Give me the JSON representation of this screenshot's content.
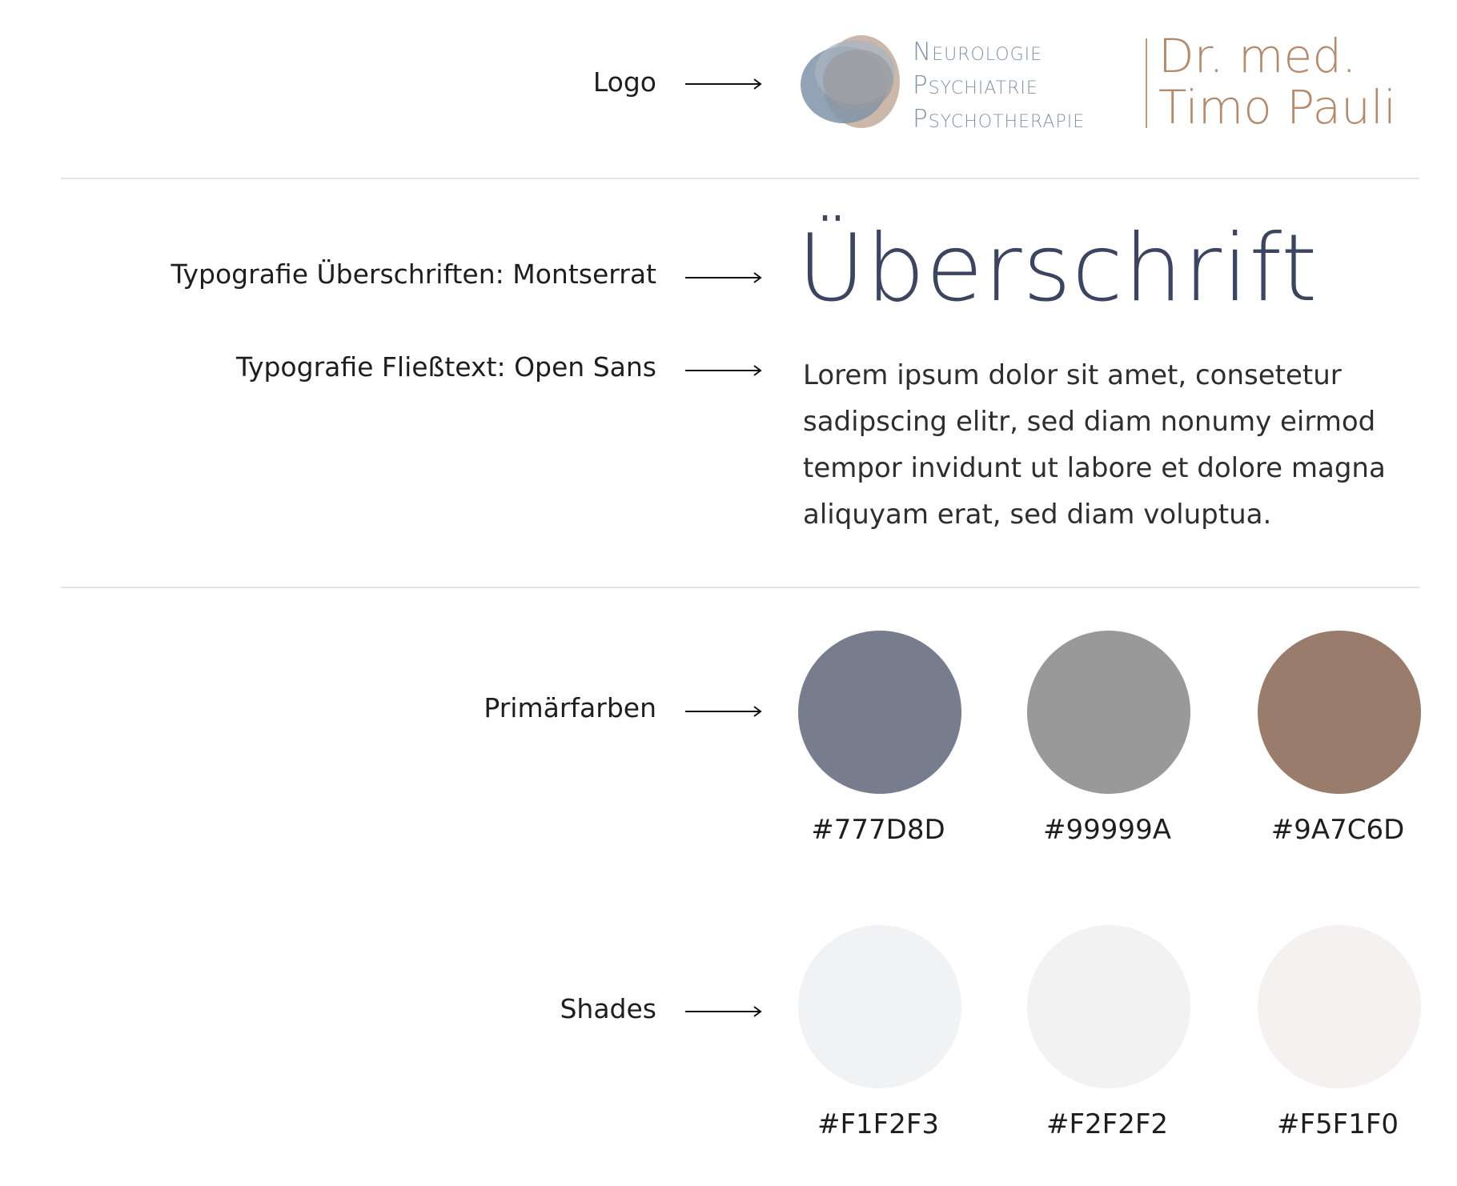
{
  "logo": {
    "label": "Logo",
    "lines": [
      "Neurologie",
      "Psychiatrie",
      "Psychotherapie"
    ],
    "name_line1": "Dr. med.",
    "name_line2": "Timo Pauli"
  },
  "typography": {
    "headings_label": "Typografie Überschriften: Montserrat",
    "heading_sample": "Überschrift",
    "body_label": "Typografie Fließtext: Open Sans",
    "body_sample": "Lorem ipsum dolor sit amet, consetetur sadipscing elitr, sed diam nonumy eirmod tempor invidunt ut labore et dolore magna aliquyam erat, sed diam voluptua."
  },
  "primary_colors": {
    "label": "Primärfarben",
    "swatches": [
      {
        "hex": "#777D8D",
        "color": "#777D8D"
      },
      {
        "hex": "#99999A",
        "color": "#99999A"
      },
      {
        "hex": "#9A7C6D",
        "color": "#9A7C6D"
      }
    ]
  },
  "shades": {
    "label": "Shades",
    "swatches": [
      {
        "hex": "#F1F2F3",
        "color": "#F1F2F3"
      },
      {
        "hex": "#F2F2F2",
        "color": "#F2F2F2"
      },
      {
        "hex": "#F5F1F0",
        "color": "#F5F1F0"
      }
    ]
  }
}
